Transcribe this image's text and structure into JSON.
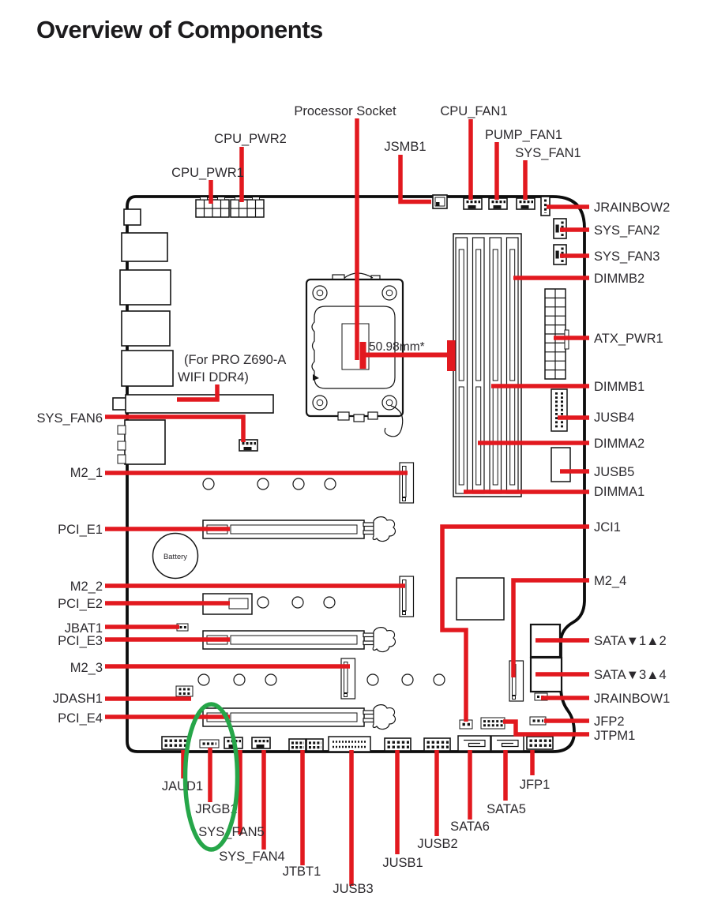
{
  "page": {
    "title": "Overview of Components"
  },
  "colors": {
    "leader_red": "#e2191f",
    "highlight_green": "#26a649",
    "text": "#2c2a2e",
    "board_line": "#0d0d0d"
  },
  "socket": {
    "label": "Processor Socket",
    "dimension": "50.98mm*"
  },
  "board_note": {
    "line1": "(For PRO Z690-A",
    "line2": "WIFI DDR4)"
  },
  "battery_label": "Battery",
  "labels": {
    "cpu_pwr1": "CPU_PWR1",
    "cpu_pwr2": "CPU_PWR2",
    "jsmb1": "JSMB1",
    "cpu_fan1": "CPU_FAN1",
    "pump_fan1": "PUMP_FAN1",
    "sys_fan1": "SYS_FAN1",
    "jrainbow2": "JRAINBOW2",
    "sys_fan2": "SYS_FAN2",
    "sys_fan3": "SYS_FAN3",
    "dimmb2": "DIMMB2",
    "atx_pwr1": "ATX_PWR1",
    "dimmb1": "DIMMB1",
    "jusb4": "JUSB4",
    "dimma2": "DIMMA2",
    "jusb5": "JUSB5",
    "dimma1": "DIMMA1",
    "jci1": "JCI1",
    "m2_4": "M2_4",
    "sata12": "SATA▼1▲2",
    "sata34": "SATA▼3▲4",
    "jrainbow1": "JRAINBOW1",
    "jfp2": "JFP2",
    "jtpm1": "JTPM1",
    "sys_fan6": "SYS_FAN6",
    "m2_1": "M2_1",
    "pci_e1": "PCI_E1",
    "m2_2": "M2_2",
    "pci_e2": "PCI_E2",
    "jbat1": "JBAT1",
    "pci_e3": "PCI_E3",
    "m2_3": "M2_3",
    "jdash1": "JDASH1",
    "pci_e4": "PCI_E4",
    "jaud1": "JAUD1",
    "jrgb1": "JRGB1",
    "sys_fan5": "SYS_FAN5",
    "sys_fan4": "SYS_FAN4",
    "jtbt1": "JTBT1",
    "jusb3": "JUSB3",
    "jusb1": "JUSB1",
    "jusb2": "JUSB2",
    "sata6": "SATA6",
    "sata5": "SATA5",
    "jfp1": "JFP1"
  }
}
